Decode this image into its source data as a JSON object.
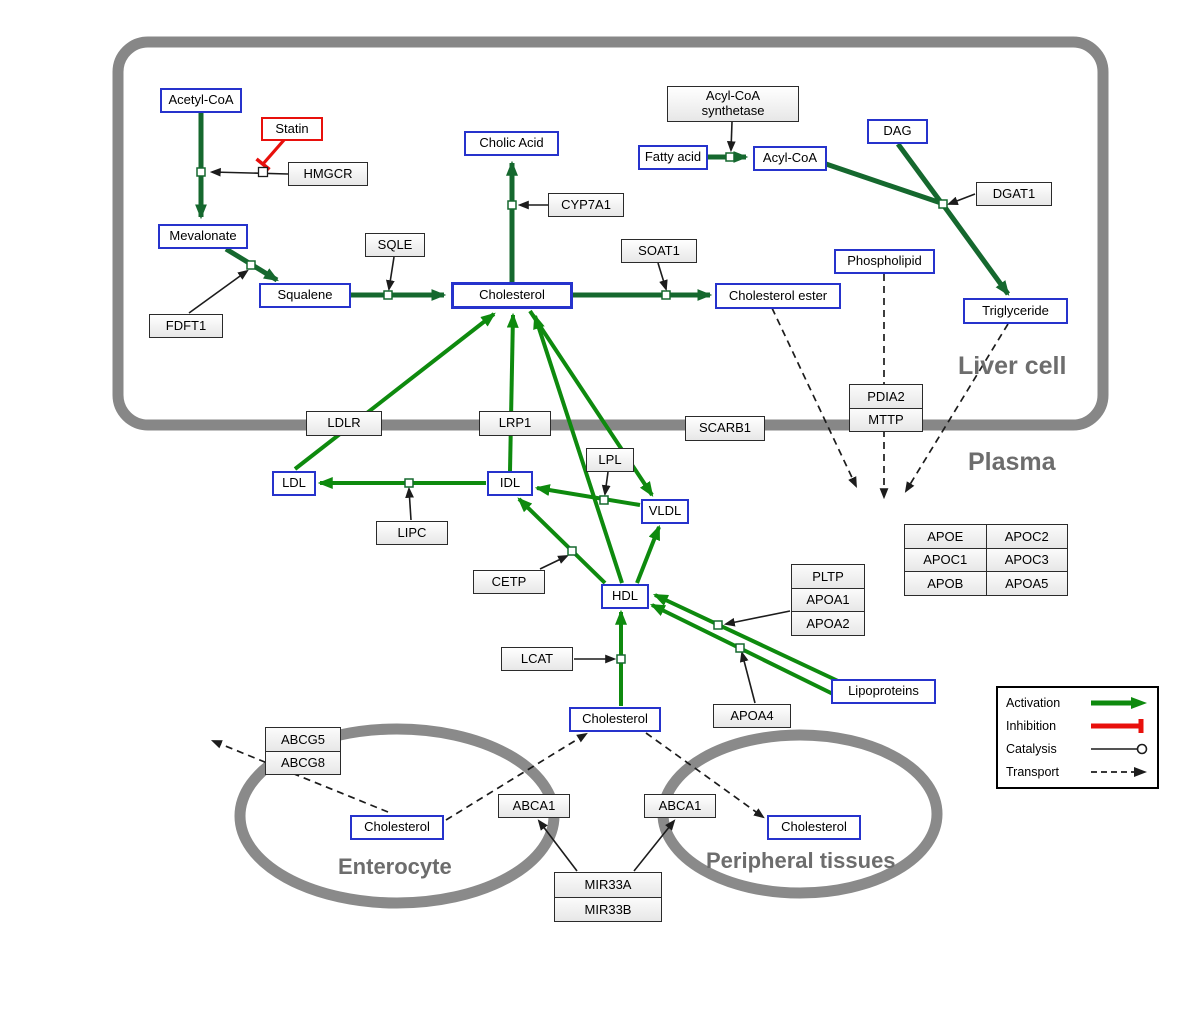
{
  "colors": {
    "metabolite_border": "#2633cc",
    "gene_border": "#2b2b2b",
    "inhibitor_border": "#e8100c",
    "conversion_green": "#15682e",
    "activation_green": "#0e8a0e",
    "inhibition_red": "#e8100c",
    "transport_black": "#1c1c1c",
    "compartment_gray": "#878787",
    "compartment_label_gray": "#6d6d6d"
  },
  "compartments": {
    "liver": "Liver cell",
    "plasma": "Plasma",
    "enterocyte": "Enterocyte",
    "peripheral": "Peripheral tissues"
  },
  "nodes": {
    "acetyl_coa": "Acetyl-CoA",
    "statin": "Statin",
    "hmgcr": "HMGCR",
    "mevalonate": "Mevalonate",
    "fdft1": "FDFT1",
    "squalene": "Squalene",
    "sqle": "SQLE",
    "cholic_acid": "Cholic Acid",
    "cyp7a1": "CYP7A1",
    "cholesterol_liver": "Cholesterol",
    "soat1": "SOAT1",
    "cholesterol_ester": "Cholesterol ester",
    "acyl_coa_synthetase_line1": "Acyl-CoA",
    "acyl_coa_synthetase_line2": "synthetase",
    "fatty_acid": "Fatty acid",
    "acyl_coa": "Acyl-CoA",
    "dag": "DAG",
    "dgat1": "DGAT1",
    "phospholipid": "Phospholipid",
    "triglyceride": "Triglyceride",
    "pdia2": "PDIA2",
    "mttp": "MTTP",
    "ldlr": "LDLR",
    "lrp1": "LRP1",
    "scarb1": "SCARB1",
    "lpl": "LPL",
    "ldl": "LDL",
    "idl": "IDL",
    "vldl": "VLDL",
    "lipc": "LIPC",
    "cetp": "CETP",
    "hdl": "HDL",
    "lcat": "LCAT",
    "pltp": "PLTP",
    "apoa1": "APOA1",
    "apoa2": "APOA2",
    "apoa4": "APOA4",
    "lipoproteins": "Lipoproteins",
    "apoe": "APOE",
    "apoc2": "APOC2",
    "apoc1": "APOC1",
    "apoc3": "APOC3",
    "apob": "APOB",
    "apoa5": "APOA5",
    "cholesterol_plasma": "Cholesterol",
    "abcg5": "ABCG5",
    "abcg8": "ABCG8",
    "cholesterol_enterocyte": "Cholesterol",
    "abca1_left": "ABCA1",
    "abca1_right": "ABCA1",
    "cholesterol_peripheral": "Cholesterol",
    "mir33a": "MIR33A",
    "mir33b": "MIR33B"
  },
  "legend": {
    "activation": "Activation",
    "inhibition": "Inhibition",
    "catalysis": "Catalysis",
    "transport": "Transport"
  }
}
